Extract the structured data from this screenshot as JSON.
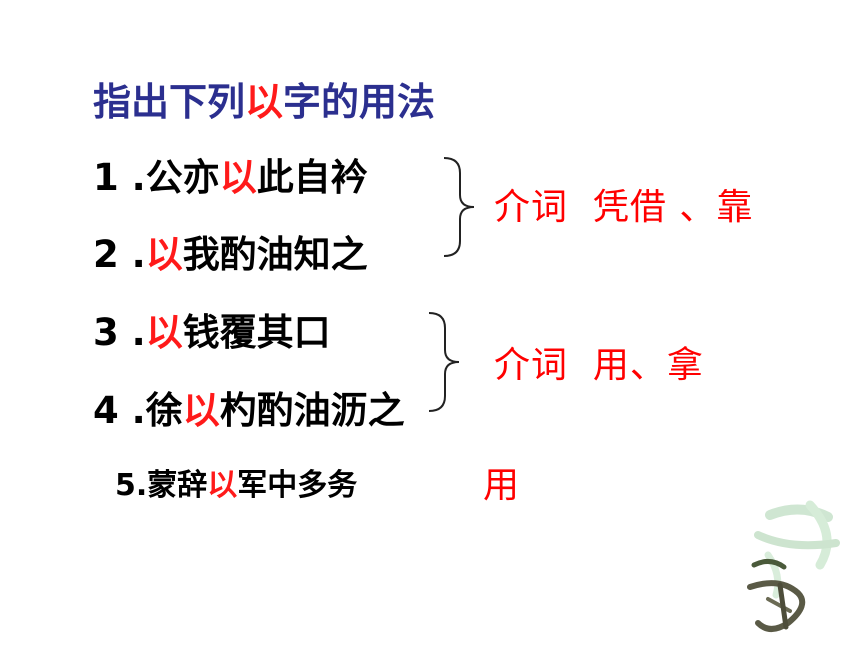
{
  "title": {
    "pre": "指出下列",
    "keyword": "以",
    "post": "字的用法"
  },
  "items": [
    {
      "num": "1 .",
      "pre": "公亦",
      "key": "以",
      "post": "此自衿"
    },
    {
      "num": "2 .",
      "pre": "",
      "key": "以",
      "post": "我酌油知之"
    },
    {
      "num": "3 .",
      "pre": "",
      "key": "以",
      "post": "钱覆其口"
    },
    {
      "num": "4 .",
      "pre": "徐",
      "key": "以",
      "post": "杓酌油沥之"
    },
    {
      "num": "5.",
      "pre": "蒙辞",
      "key": "以",
      "post": "军中多务"
    }
  ],
  "answers": [
    "介词  凭借 、靠",
    "介词  用、拿",
    "用"
  ],
  "colors": {
    "title": "#2b2f8f",
    "keyword": "#ff1a1a",
    "answer": "#ff0000",
    "deco": "#4a7a3d"
  },
  "decoration_icon": "ink-brush-character-icon"
}
